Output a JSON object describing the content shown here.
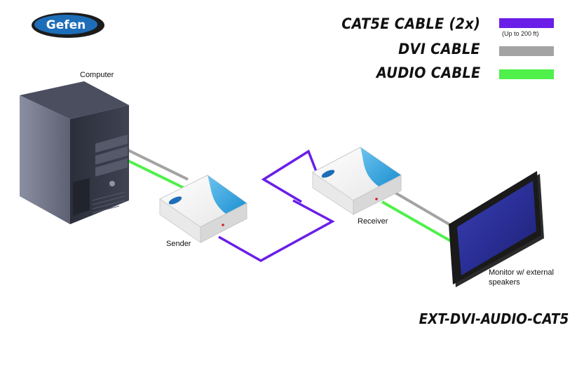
{
  "brand": {
    "logo_text": "Gefen"
  },
  "legend": [
    {
      "label": "CAT5E CABLE (2x)",
      "color": "#6a1ee8",
      "note": "(Up to 200 ft)"
    },
    {
      "label": "DVI CABLE",
      "color": "#a3a3a3",
      "note": ""
    },
    {
      "label": "AUDIO CABLE",
      "color": "#4ff04a",
      "note": ""
    }
  ],
  "devices": {
    "computer": "Computer",
    "sender": "Sender",
    "receiver": "Receiver",
    "monitor_line1": "Monitor w/ external",
    "monitor_line2": "speakers"
  },
  "model_name": "EXT-DVI-AUDIO-CAT5"
}
